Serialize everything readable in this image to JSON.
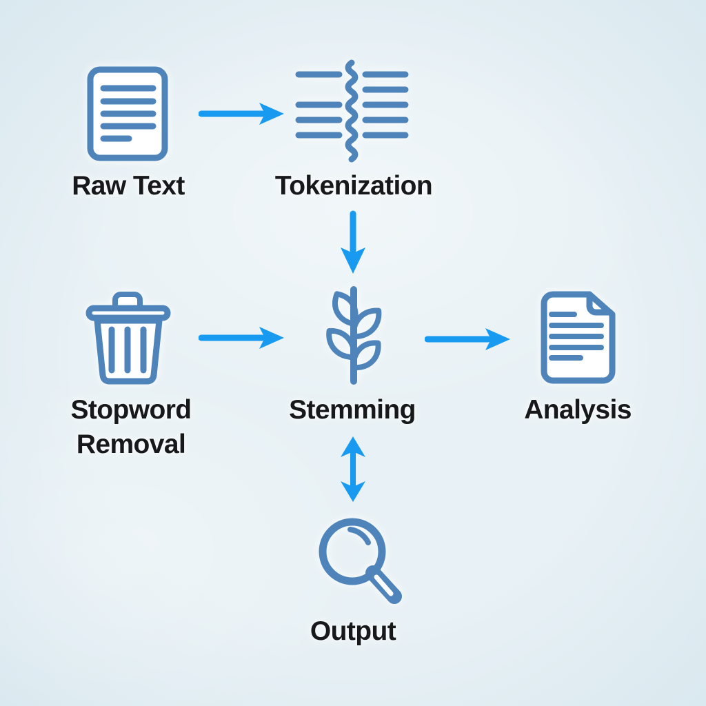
{
  "colors": {
    "background": "#e8f1f5",
    "arrow_blue": "#179af0",
    "icon_stroke_blue": "#4f84ba",
    "icon_fill": "#ffffff",
    "label_text": "#17181a"
  },
  "diagram": {
    "type": "flowchart",
    "nodes": [
      {
        "label": "Raw Text",
        "icon": "document-lines-icon"
      },
      {
        "label": "Tokenization",
        "icon": "text-split-squiggle-icon"
      },
      {
        "label": "Stopword Removal",
        "icon": "trash-can-icon"
      },
      {
        "label": "Stemming",
        "icon": "plant-stem-icon"
      },
      {
        "label": "Analysis",
        "icon": "document-page-icon"
      },
      {
        "label": "Output",
        "icon": "magnifying-glass-icon"
      }
    ],
    "edges": [
      {
        "from": "Raw Text",
        "to": "Tokenization",
        "arrow": "right"
      },
      {
        "from": "Tokenization",
        "to": "Stemming",
        "arrow": "down"
      },
      {
        "from": "Stopword Removal",
        "to": "Stemming",
        "arrow": "right"
      },
      {
        "from": "Stemming",
        "to": "Analysis",
        "arrow": "right"
      },
      {
        "from": "Stemming",
        "to": "Output",
        "arrow": "up-down"
      }
    ]
  }
}
